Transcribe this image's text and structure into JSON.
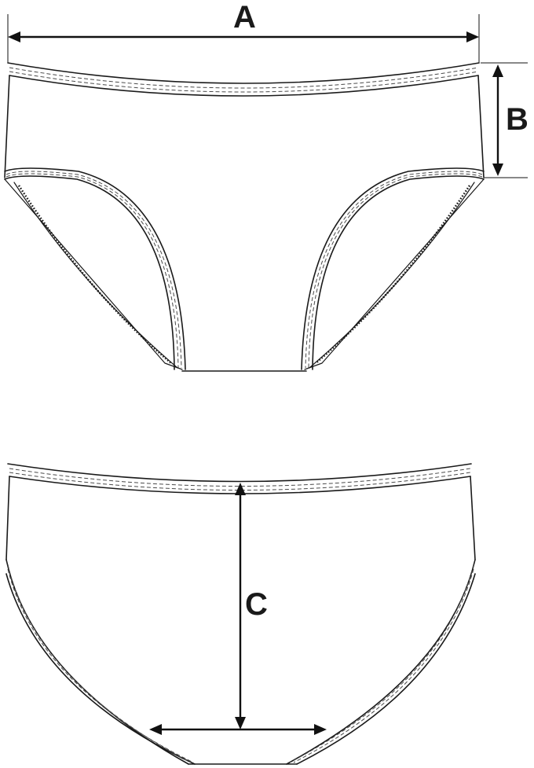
{
  "labels": {
    "a": "A",
    "b": "B",
    "c": "C"
  },
  "colors": {
    "outline": "#1a1a1a",
    "stitching": "#4a4a4a",
    "background": "#ffffff"
  }
}
